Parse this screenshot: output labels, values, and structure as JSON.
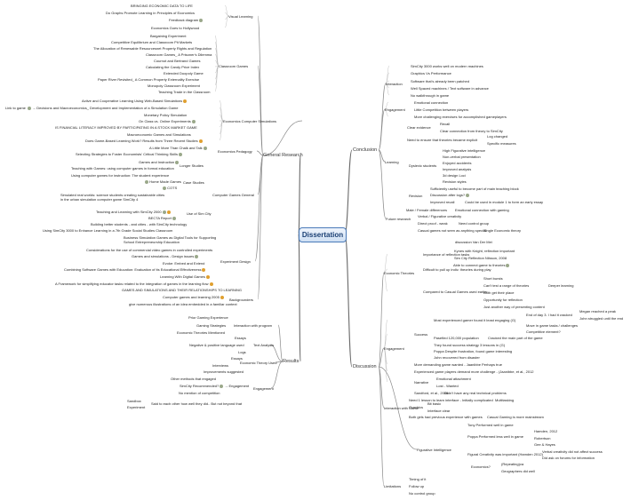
{
  "root": "Dissertation",
  "groups": [
    {
      "side": "L",
      "title": "General Research",
      "children": [
        {
          "title": "Visual Learning",
          "items": [
            "BRINGING ECONOMIC DATA TO LIFE",
            "Do Graphs Promote Learning in Principles of Economics",
            "Feedback diagram",
            "Economics Goes to Hollywood"
          ]
        },
        {
          "title": "Classroom Games",
          "items": [
            "Bargaining Experiment",
            "Competitive Equilibrium and Classroom Pit Markets",
            "The Allocation of Renewable Resourcesnet Property Rights and Regulation",
            "Classroom Games_ A Prisoner's Dilemma",
            "Cournot and Bertrand Games",
            "Calculating the Candy Price Index",
            "Extended Duopoly Game",
            "Paper River Revisited_ A Common Property Externality Exercise",
            "Monopoly Classroom Experiment",
            "Teaching Trade in the Classroom"
          ]
        },
        {
          "title": "Economics Computer Simulations",
          "items": [
            "Active and Cooperative Learning Using Web-Based Simulations",
            "Decisions and Macroeconomics_ Development and Implementation of a Simulation Game",
            "Monetary Policy Simulation",
            "On Class vs. Online Experiments",
            "IS FINANCIAL LITERACY IMPROVED BY PARTICIPATING IN A STOCK MARKET GAME",
            "Macroeconomic Games and Simulations",
            "Does Game-Based Learning Work? Results from Three Recent Studies"
          ]
        },
        {
          "title": "Economics Pedagogy",
          "items": [
            "A Little More Than Chalk and Talk",
            "Selecting Strategies to Foster Economists' Critical Thinking Skills"
          ]
        },
        {
          "title": "Computer Games General",
          "items": [
            "Games and Instruction",
            "Teaching with Games: using computer games in formal education",
            "Using computer games for instruction: The student experience",
            "Home Made Games",
            "COTS",
            "Simulated real worlds: science students creating sustainable cities in the urban simulation computer game SimCity 4",
            "Teaching and Learning with SimCity 2000",
            "BECTA Report",
            "Building better students - and cities - with SimCity technology",
            "Using SimCity 3000 to Enhance Learning in a 7th Grade Social Studies Classroom"
          ]
        },
        {
          "title": "Experiment Design",
          "items": [
            "Business Simulation Games as Digital Tools for Supporting School Entrepreneurship Education",
            "Considerations for the use of commercial video games in controlled experiments",
            "Games and simulations - Design issues",
            "Evoke: Embed and Extend",
            "Combining Software Games with Education: Evaluation of its Educational Effectiveness",
            "Learning With Digital Games",
            "A Framework for simplifying educator tasks related to the integration of games in the learning flow",
            "GAMES AND SIMULATIONS AND THEIR RELATIONSHIPS TO LEARNING"
          ]
        },
        {
          "title": "Backgrounders",
          "items": [
            "Computer games and learning 2005",
            "give numerous illustrations of an idea embedded in a familiar context"
          ]
        }
      ]
    },
    {
      "side": "L",
      "title": "Results",
      "children": [
        {
          "title": "Interaction with program",
          "items": [
            "Prior Gaming Experience",
            "Gaming Strategies",
            "Economic Theories Mentioned"
          ]
        },
        {
          "title": "Text Analysis",
          "items": [
            "Essays",
            "Negative & positive language used",
            "Logs"
          ]
        },
        {
          "title": "Economic Theory Used",
          "items": [
            "Essays",
            "Interviews"
          ]
        },
        {
          "title": "Engagement",
          "items": [
            "Improvements suggested",
            "Other methods that engaged",
            "SimCity Recommended?",
            "No mention of competition"
          ]
        },
        {
          "title": "Said to each other how well they did.. But not beyond that",
          "items": [
            "Sandbox",
            "Experiment"
          ]
        }
      ]
    },
    {
      "side": "R",
      "title": "Conclusion",
      "children": [
        {
          "title": "Interaction",
          "items": [
            "SimCity 3000 works well on modern machines",
            "Graphics Vs Performance",
            "Software that's already been patched",
            "Well Spaced machines / Text software in advance",
            "No walkthrough in game"
          ]
        },
        {
          "title": "Engagement",
          "items": [
            "Emotional connection",
            "Little Competition between players",
            "More challenging exercises for accomplished gameplayers"
          ]
        },
        {
          "title": "Learning",
          "items": [
            "Clear evidence",
            "Recall",
            "Clear connection from theory to SimCity",
            "Need to ensure that theories became explicit",
            "Log changed",
            "Specific measures",
            "High Figurative intelligence",
            "Non-verbal presentation",
            "Enjoyed accidents",
            "Improved analysis",
            "3d design Loci",
            "Revision styles",
            "Dyslexic students",
            "Sufficiently useful to become part of main teaching block",
            "Discussion after logs?",
            "Revision",
            "Improved recall",
            "Could be used in module 1 to form an early essay",
            "Male / Female differences",
            "Emotional connection with gaming"
          ]
        },
        {
          "title": "Future research",
          "items": [
            "Verbal / Figurative creativity",
            "Direct proof - weak",
            "Need control group",
            "Casual games not seen as anything special",
            "Single Economic theory"
          ]
        }
      ]
    },
    {
      "side": "R",
      "title": "Discussion",
      "children": [
        {
          "title": "Economic Theories",
          "items": [
            "discussion Van Der Mei",
            "Importance of reflection tasks",
            "Kynes with Knight, reflection important",
            "Sim City Reflection Nilsson, 2008",
            "Difficult to pull up indiv. theories during play",
            "Able to connect game to theories",
            "Short bursts",
            "Can't test a range of theories",
            "Deeper learning",
            "Compared to Casual Games used earlier",
            "Both get their place",
            "Opportunity for reflection",
            "Just another way of presenting content"
          ]
        },
        {
          "title": "Engagement",
          "items": [
            "Most experienced gamer found it least engaging (G)",
            "End of day 3. I had it cracked",
            "Megan reached a peak",
            "John struggled until the end",
            "Success",
            "Move in game tasks / challenges",
            "Competitive element?",
            "Pasefied 120,000 population",
            "Cracked the main part of the game",
            "They found success strategy 3 lessons in (G)",
            "Poppa Despite frustration, found game interesting",
            "John recovered from disaster",
            "More demanding game wanted - Jaanibbe Perhaps true",
            "Experienced game players demand more challenge - (Jaanibbe, et al., 2012",
            "Narrative",
            "Emotional attachment",
            "Lost - Wanted"
          ]
        },
        {
          "title": "Interaction with Game",
          "items": [
            "Sandford, et al., 2006",
            "Didn't have any real technical problems",
            "Need 1 lesson to learn interface - Initially complicated",
            "Multitasking",
            "Graphics",
            "Bit basic",
            "Interface clear",
            "Both girls had previous experience with games",
            "Casual Gaming is more mainstream"
          ]
        },
        {
          "title": "Figurative Intelligence",
          "items": [
            "Tony Performed well in game",
            "Poppa Performed less well in game",
            "Hamden, 2012",
            "Robertson",
            "Gee & Hayes",
            "Figural Creativity was important (Hamden 2012)",
            "Verbal creativity did not affect success",
            "Did ask on forums for information",
            "Economics?",
            "(Repeating)va",
            "Geographers did well"
          ]
        },
        {
          "title": "Limitations",
          "items": [
            "Timing of it",
            "Follow up",
            "No control group"
          ]
        }
      ]
    }
  ]
}
